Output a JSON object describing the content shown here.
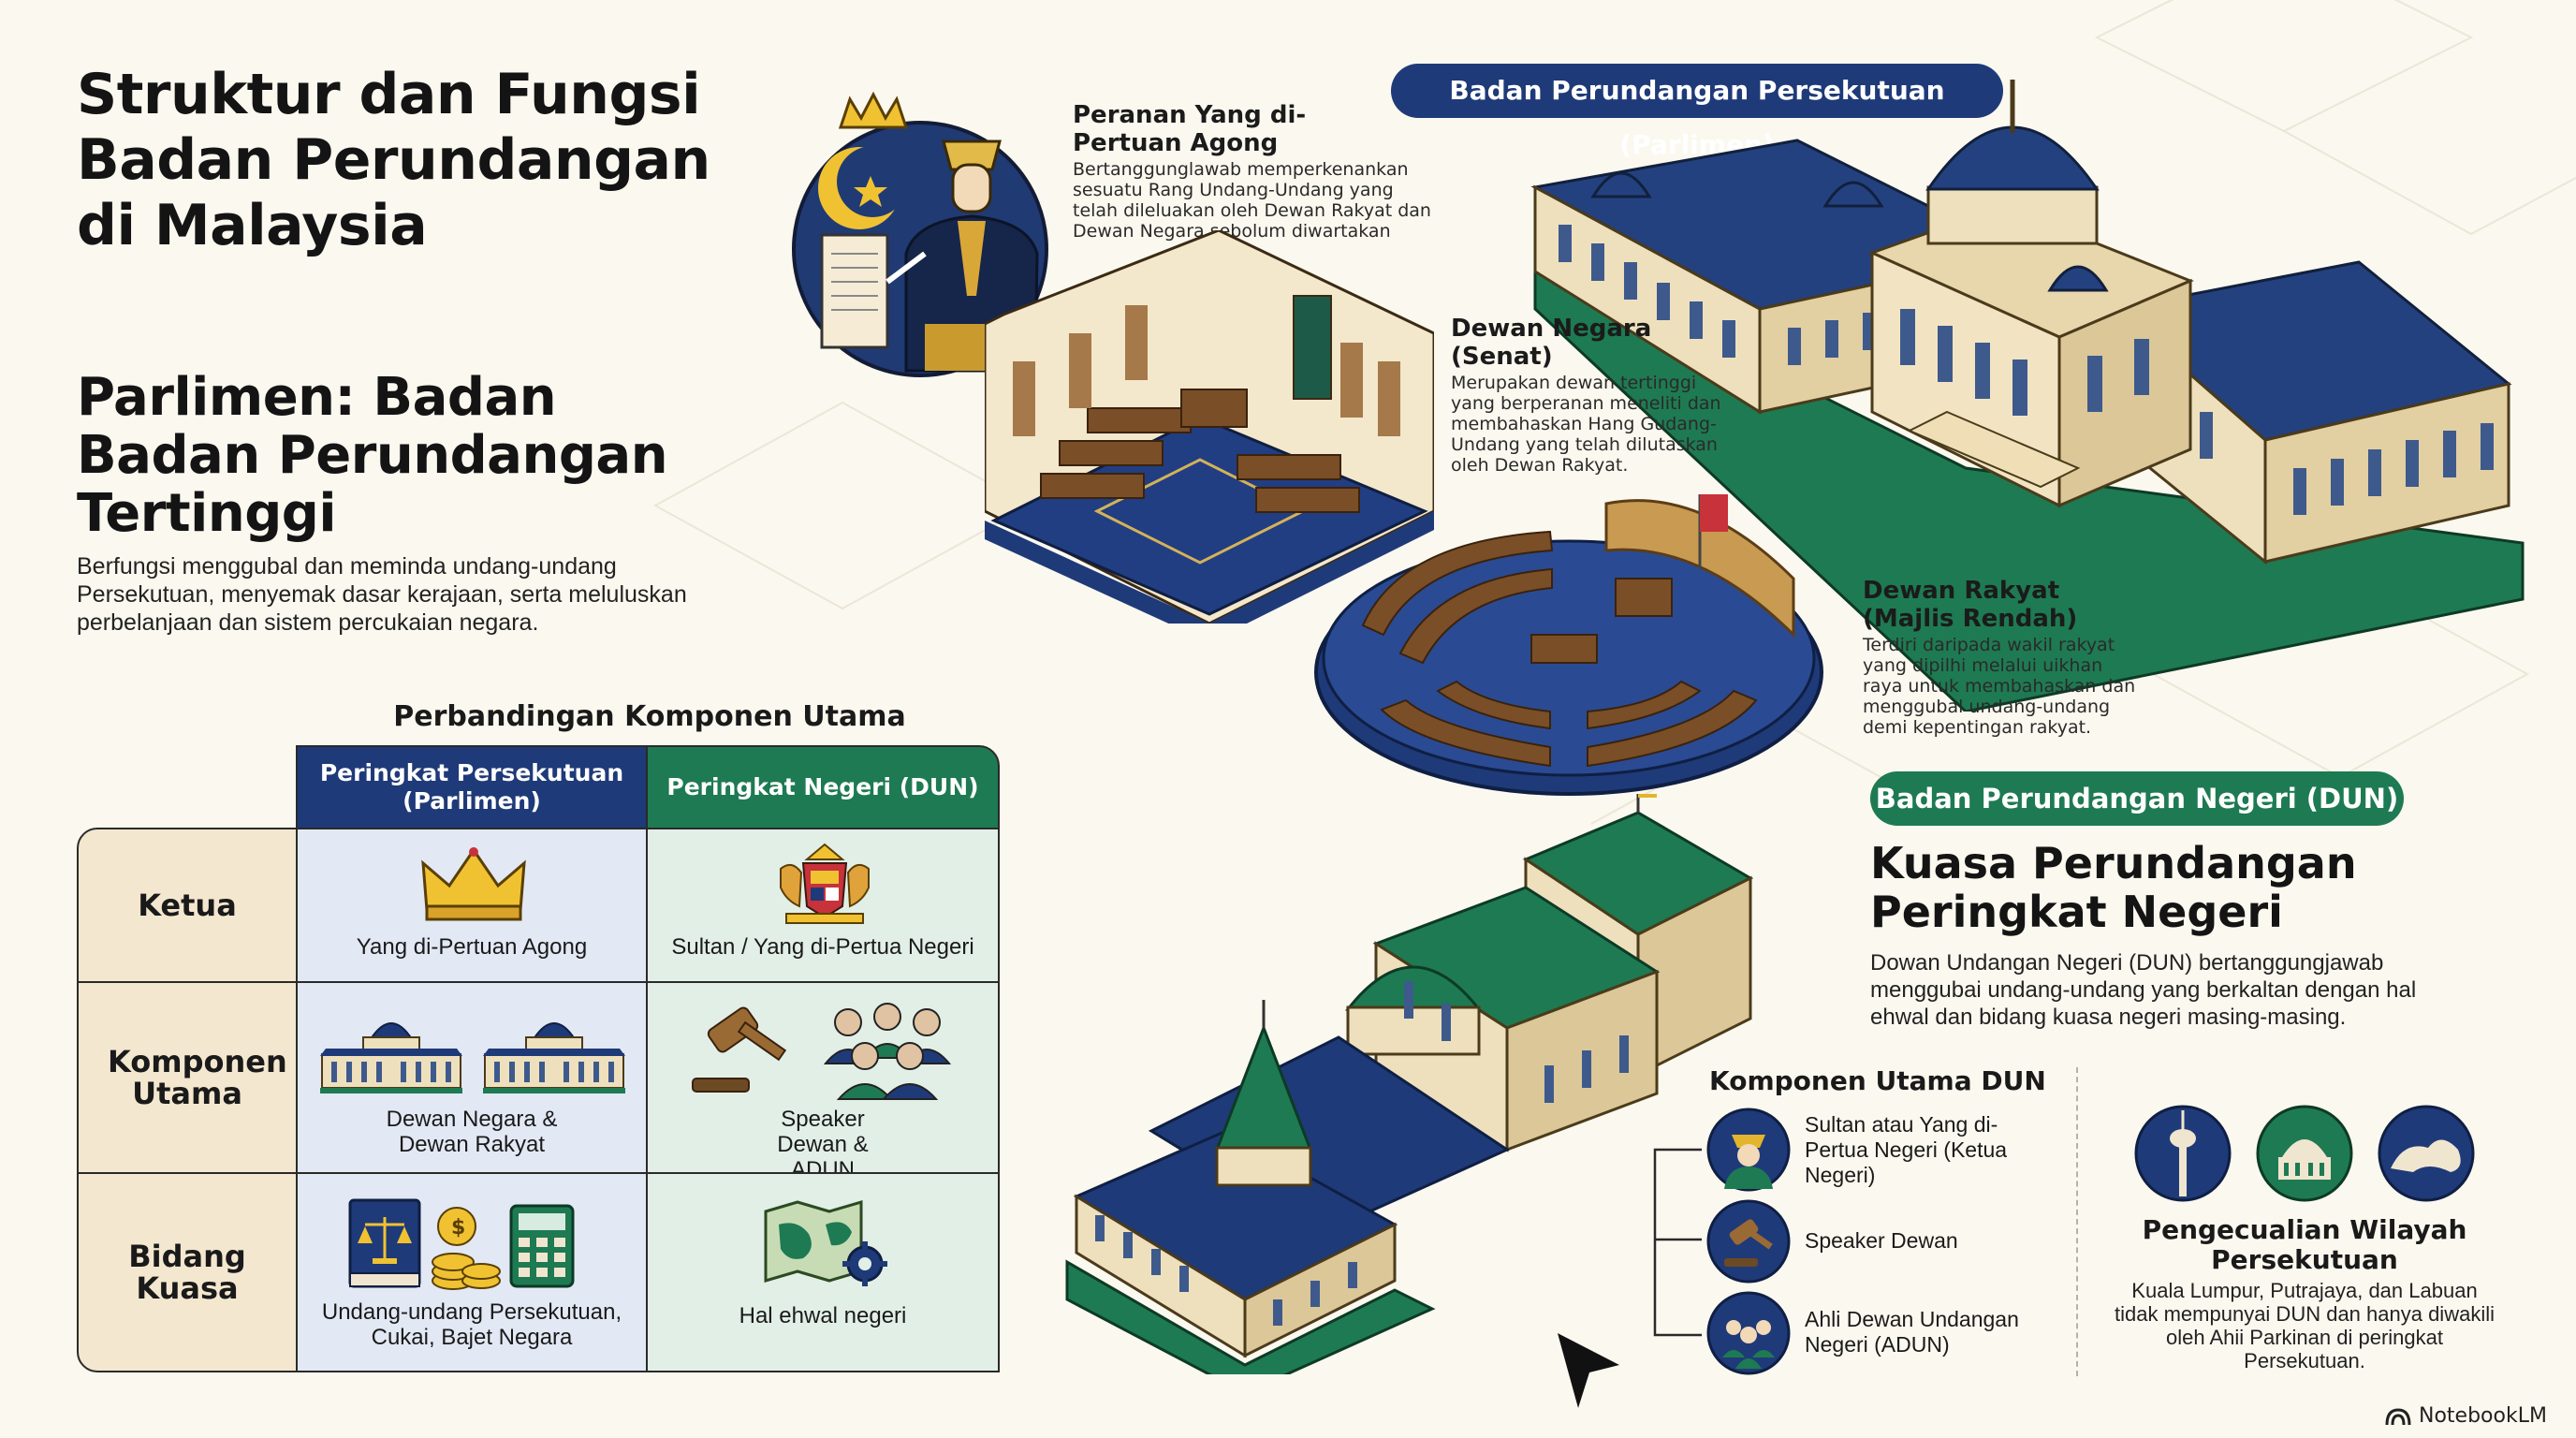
{
  "title": "Struktur dan Fungsi Badan Perundangan di Malaysia",
  "parlimen": {
    "heading": "Parlimen: Badan Badan Perundangan Tertinggi",
    "description": "Berfungsi menggubal dan meminda undang-undang Persekutuan, menyemak dasar kerajaan, serta meluluskan perbelanjaan dan sistem percukaian negara."
  },
  "agong": {
    "title": "Peranan Yang di-Pertuan Agong",
    "text": "Bertanggunglawab memperkenankan sesuatu Rang Undang-Undang yang telah dileluakan oleh Dewan Rakyat dan Dewan Negara sebolum diwartakan"
  },
  "federal_badge": "Badan Perundangan Persekutuan (Parlimen)",
  "dewan_negara": {
    "title": "Dewan Negara (Senat)",
    "text": "Merupakan dewan tertinggi yang berperanan meneliti dan membahaskan Hang Gudang-Undang yang telah dilutaskan oleh Dewan Rakyat."
  },
  "dewan_rakyat": {
    "title": "Dewan Rakyat (Majlis Rendah)",
    "text": "Terdiri daripada wakil rakyat yang dipilhi melalui uikhan raya untuk membahaskan dan menggubal undang-undang demi kepentingan rakyat."
  },
  "state_badge": "Badan Perundangan Negeri (DUN)",
  "state_heading": "Kuasa Perundangan Peringkat Negeri",
  "state_description": "Dowan Undangan Negeri (DUN) bertanggungjawab menggubai undang-undang yang berkaltan dengan hal ehwal dan bidang kuasa negeri masing-masing.",
  "dun_components": {
    "title": "Komponen Utama DUN",
    "items": [
      "Sultan atau Yang di-Pertua Negeri (Ketua Negeri)",
      "Speaker Dewan",
      "Ahli Dewan Undangan Negeri (ADUN)"
    ]
  },
  "exception": {
    "title": "Pengecualian Wilayah Persekutuan",
    "text": "Kuala Lumpur, Putrajaya, dan Labuan tidak mempunyai DUN dan hanya diwakili oleh Ahii Parkinan di peringkat Persekutuan."
  },
  "table": {
    "title": "Perbandingan Komponen Utama",
    "col_federal": "Peringkat Persekutuan (Parlimen)",
    "col_state": "Peringkat Negeri (DUN)",
    "rows": [
      {
        "label": "Ketua",
        "federal": "Yang di-Pertuan Agong",
        "state": "Sultan / Yang di-Pertua Negeri"
      },
      {
        "label": "Komponen Utama",
        "federal": "Dewan Negara & Dewan Rakyat",
        "state": "Speaker Dewan & ADUN"
      },
      {
        "label": "Bidang Kuasa",
        "federal": "Undang-undang Persekutuan, Cukai, Bajet Negara",
        "state": "Hal ehwal negeri"
      }
    ]
  },
  "brand": "NotebookLM",
  "colors": {
    "navy": "#1f3a78",
    "green": "#1e7a52",
    "cream": "#fbf8ef",
    "federal_cell": "#e2e8f4",
    "state_cell": "#e2efe7",
    "label_cell": "#f4e7cf"
  },
  "icons": [
    "crown-icon",
    "coat-of-arms-icon",
    "parliament-building-icon",
    "gavel-icon",
    "people-group-icon",
    "law-book-icon",
    "coins-icon",
    "calculator-icon",
    "map-icon",
    "gear-icon",
    "kl-tower-icon",
    "dome-building-icon",
    "island-icon",
    "cursor-icon"
  ]
}
